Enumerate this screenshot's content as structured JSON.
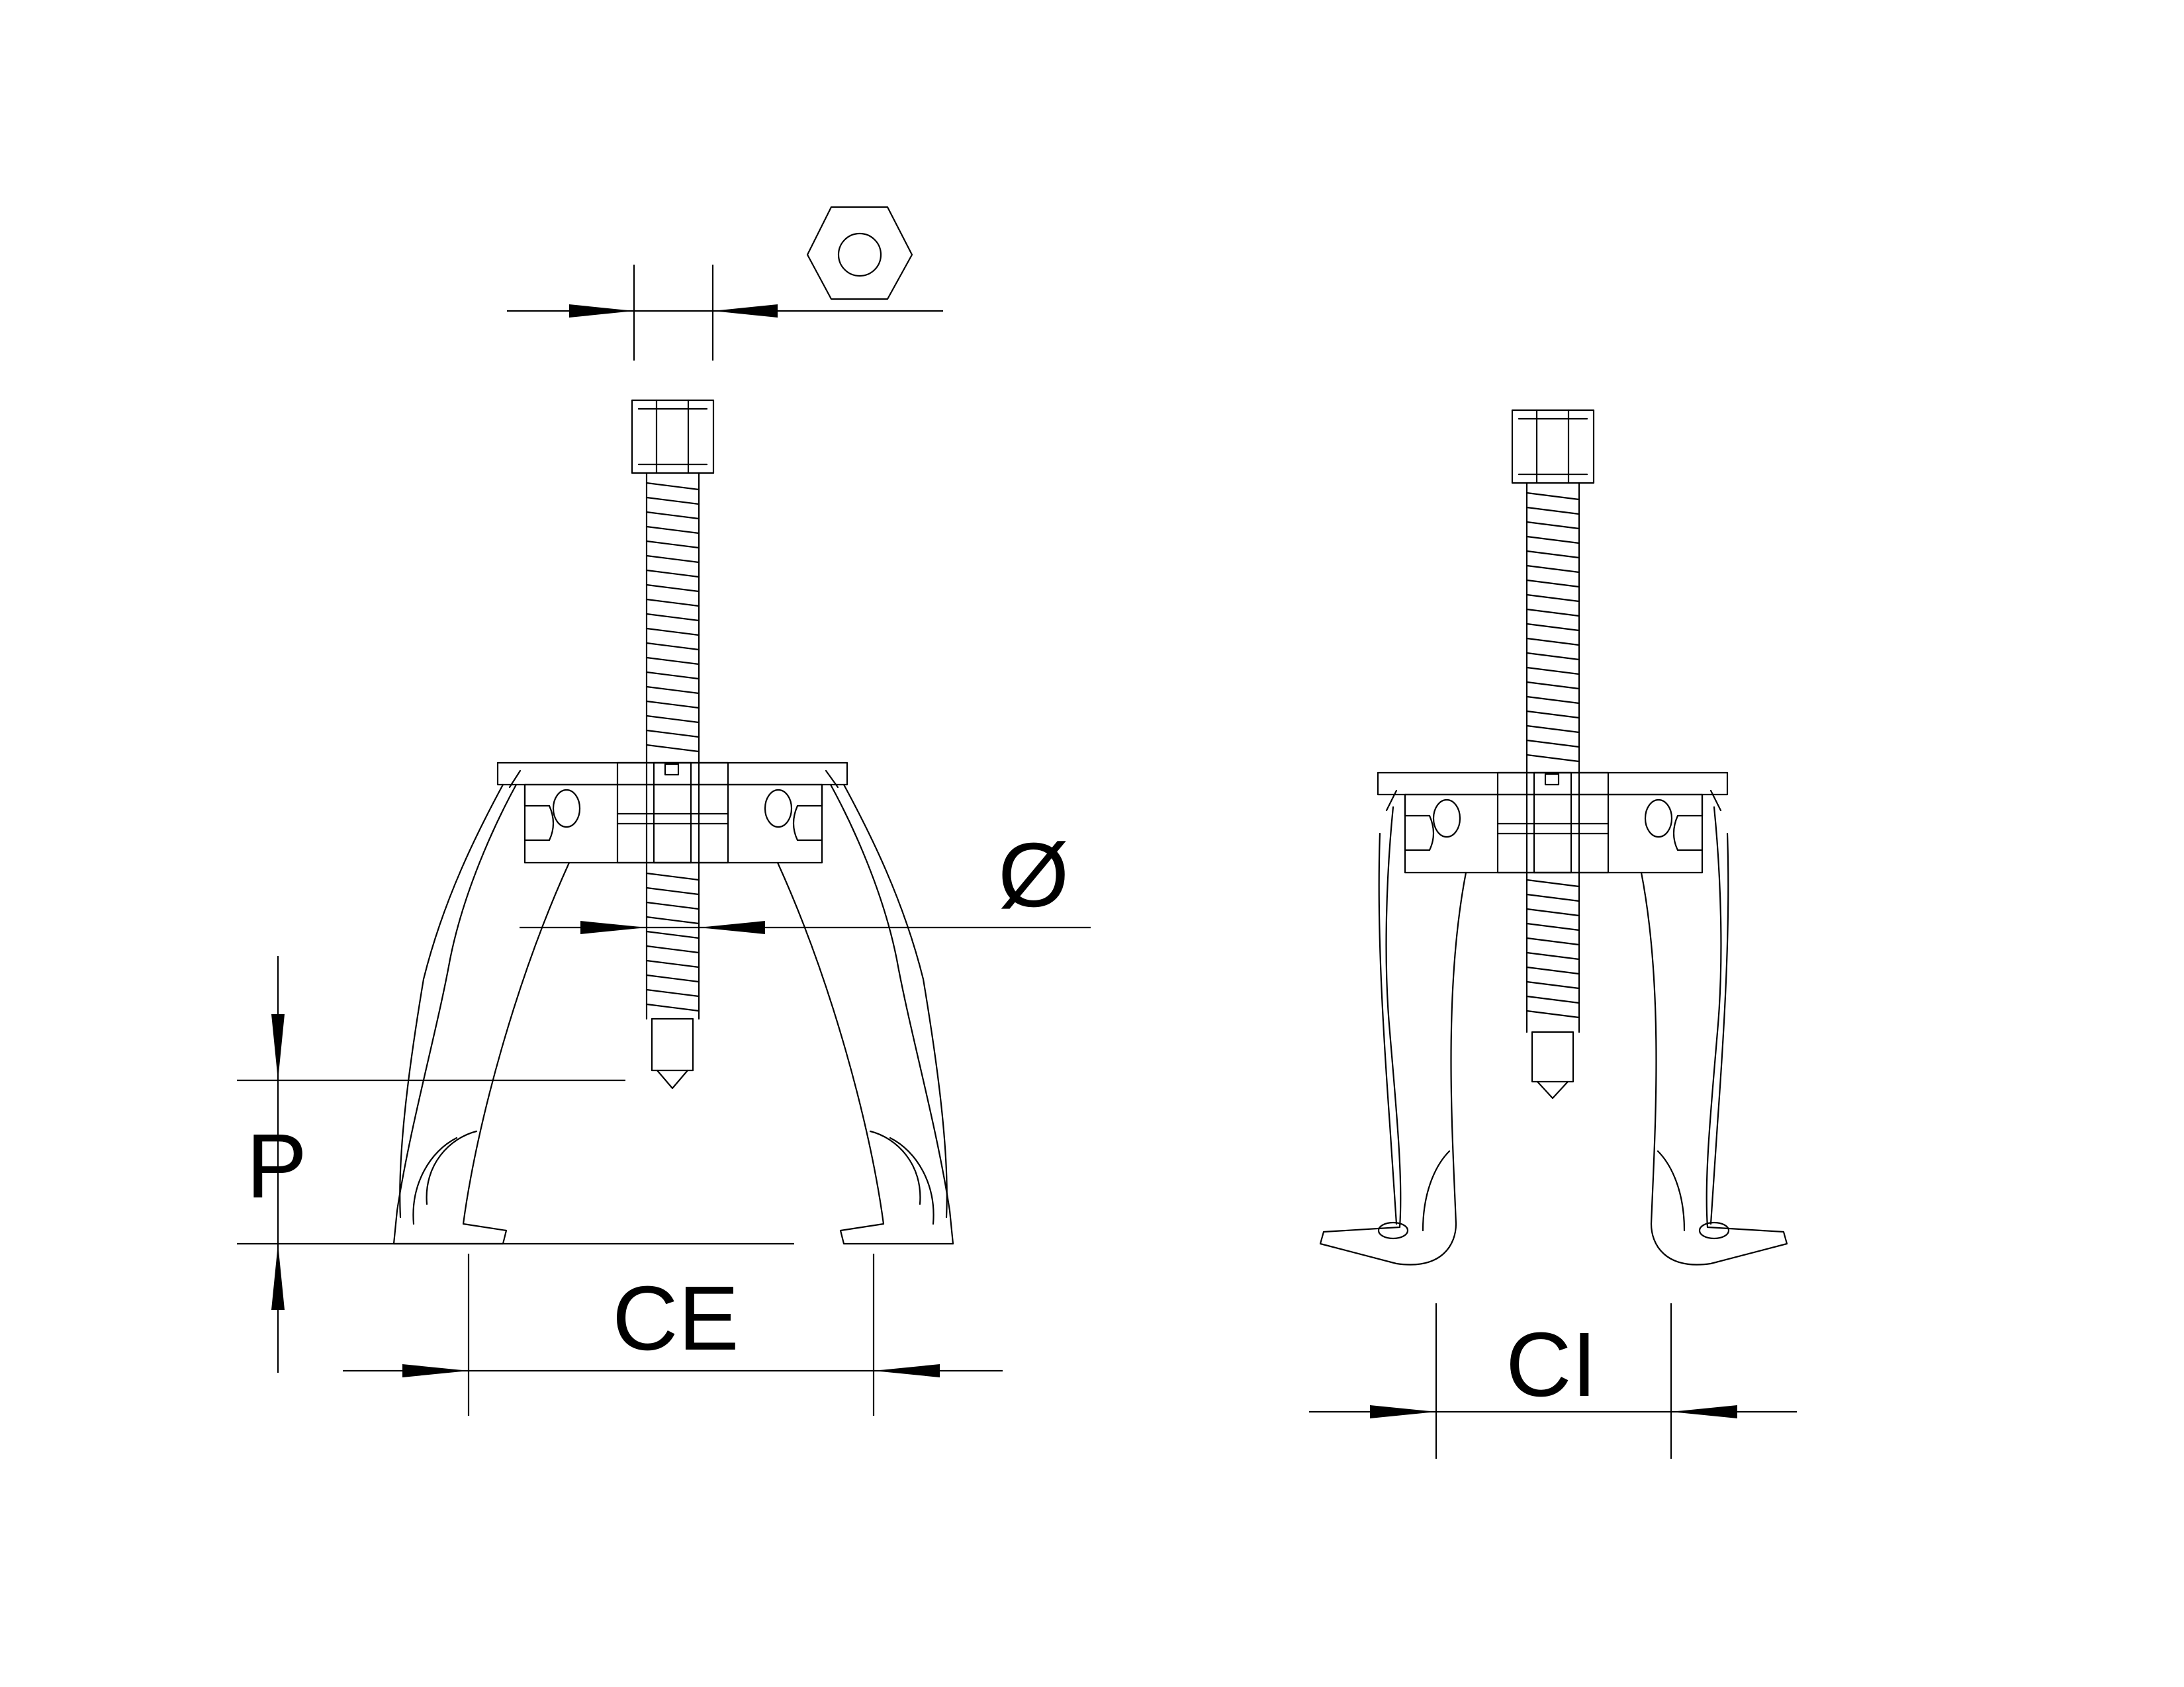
{
  "labels": {
    "diameter": "Ø",
    "depth": "P",
    "external_capacity": "CE",
    "internal_capacity": "CI"
  },
  "colors": {
    "line": "#000000",
    "background": "#ffffff"
  },
  "icons": [
    "hex-nut-icon"
  ]
}
